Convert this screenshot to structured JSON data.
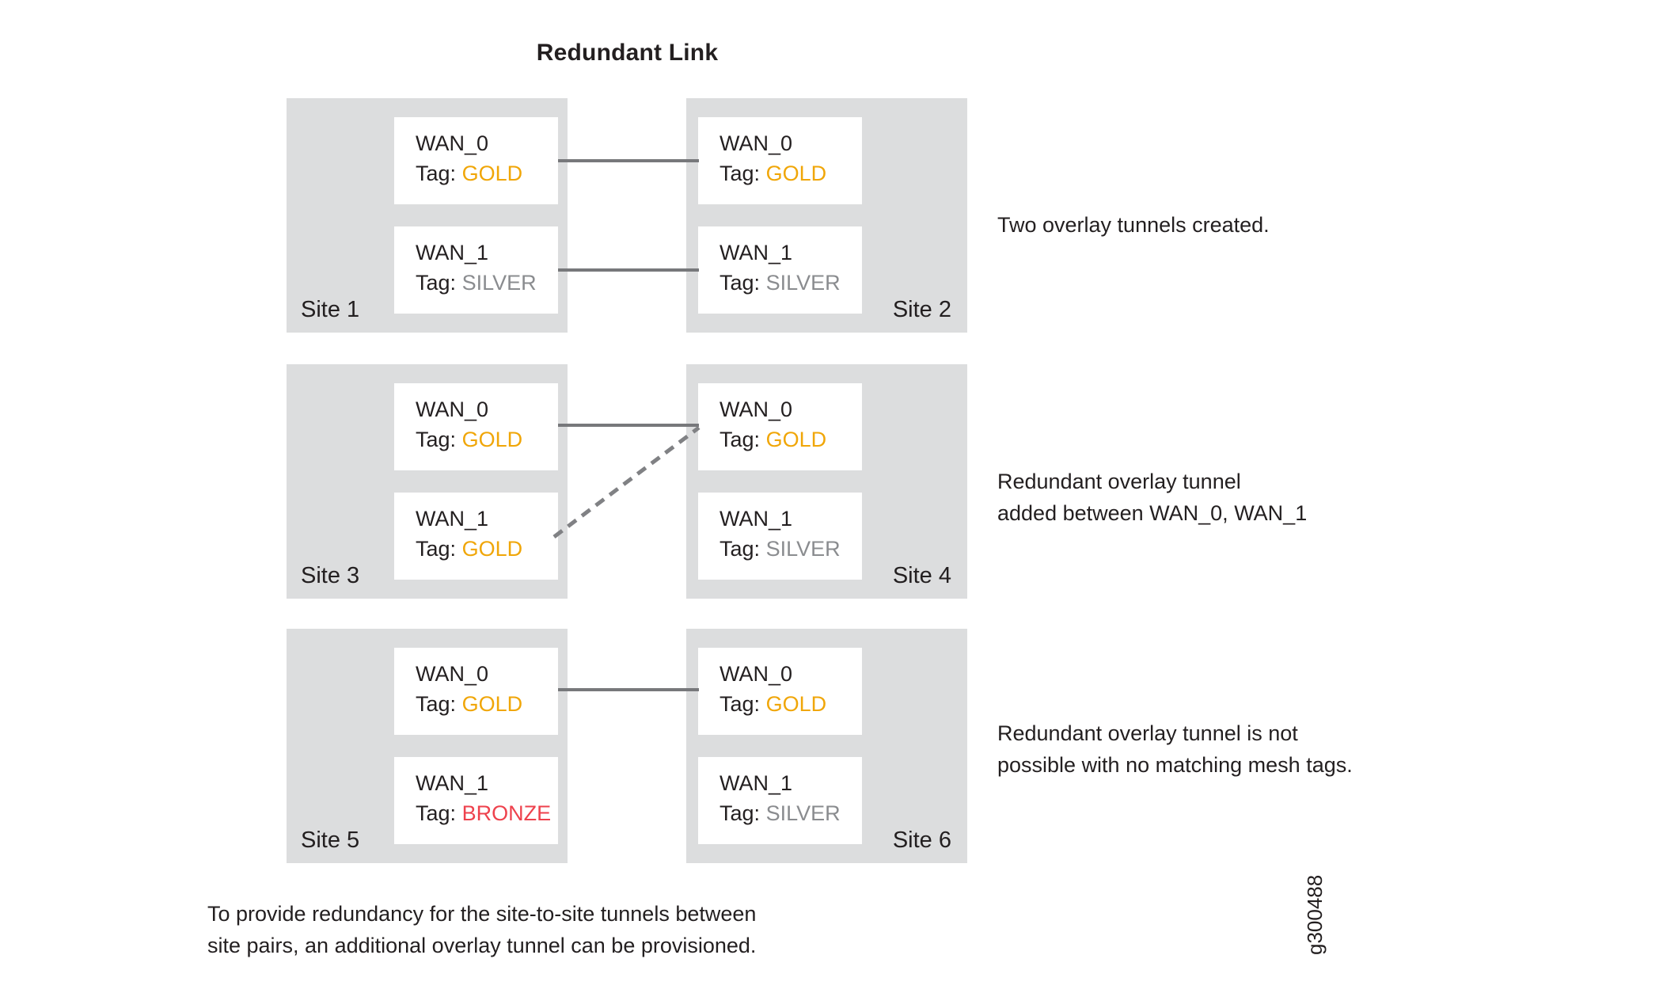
{
  "title": "Redundant Link",
  "colors": {
    "page_bg": "#FFFFFF",
    "site_bg": "#DCDDDE",
    "wan_box_bg": "#FFFFFF",
    "text": "#231F20",
    "line": "#77787B",
    "gold": "#F0A608",
    "silver": "#8A8C8F",
    "bronze": "#EE424D"
  },
  "rows": [
    {
      "left_site": {
        "name": "Site 1",
        "wans": [
          {
            "name": "WAN_0",
            "tag_label": "Tag:",
            "tag_value": "GOLD",
            "tag_color": "gold"
          },
          {
            "name": "WAN_1",
            "tag_label": "Tag:",
            "tag_value": "SILVER",
            "tag_color": "silver"
          }
        ]
      },
      "right_site": {
        "name": "Site 2",
        "wans": [
          {
            "name": "WAN_0",
            "tag_label": "Tag:",
            "tag_value": "GOLD",
            "tag_color": "gold"
          },
          {
            "name": "WAN_1",
            "tag_label": "Tag:",
            "tag_value": "SILVER",
            "tag_color": "silver"
          }
        ]
      },
      "links": [
        {
          "type": "solid",
          "from": "WAN_0",
          "to": "WAN_0"
        },
        {
          "type": "solid",
          "from": "WAN_1",
          "to": "WAN_1"
        }
      ],
      "annotation_lines": [
        "Two overlay tunnels created."
      ]
    },
    {
      "left_site": {
        "name": "Site 3",
        "wans": [
          {
            "name": "WAN_0",
            "tag_label": "Tag:",
            "tag_value": "GOLD",
            "tag_color": "gold"
          },
          {
            "name": "WAN_1",
            "tag_label": "Tag:",
            "tag_value": "GOLD",
            "tag_color": "gold"
          }
        ]
      },
      "right_site": {
        "name": "Site 4",
        "wans": [
          {
            "name": "WAN_0",
            "tag_label": "Tag:",
            "tag_value": "GOLD",
            "tag_color": "gold"
          },
          {
            "name": "WAN_1",
            "tag_label": "Tag:",
            "tag_value": "SILVER",
            "tag_color": "silver"
          }
        ]
      },
      "links": [
        {
          "type": "solid",
          "from": "WAN_0",
          "to": "WAN_0"
        },
        {
          "type": "dashed",
          "from": "WAN_1",
          "to": "WAN_0"
        }
      ],
      "annotation_lines": [
        "Redundant overlay tunnel",
        "added between WAN_0, WAN_1"
      ]
    },
    {
      "left_site": {
        "name": "Site 5",
        "wans": [
          {
            "name": "WAN_0",
            "tag_label": "Tag:",
            "tag_value": "GOLD",
            "tag_color": "gold"
          },
          {
            "name": "WAN_1",
            "tag_label": "Tag:",
            "tag_value": "BRONZE",
            "tag_color": "bronze"
          }
        ]
      },
      "right_site": {
        "name": "Site 6",
        "wans": [
          {
            "name": "WAN_0",
            "tag_label": "Tag:",
            "tag_value": "GOLD",
            "tag_color": "gold"
          },
          {
            "name": "WAN_1",
            "tag_label": "Tag:",
            "tag_value": "SILVER",
            "tag_color": "silver"
          }
        ]
      },
      "links": [
        {
          "type": "solid",
          "from": "WAN_0",
          "to": "WAN_0"
        }
      ],
      "annotation_lines": [
        "Redundant overlay tunnel is not",
        "possible with no matching mesh tags."
      ]
    }
  ],
  "caption_lines": [
    "To provide redundancy for the site-to-site tunnels between",
    "site pairs, an additional overlay tunnel can be provisioned."
  ],
  "figure_id": "g300488"
}
